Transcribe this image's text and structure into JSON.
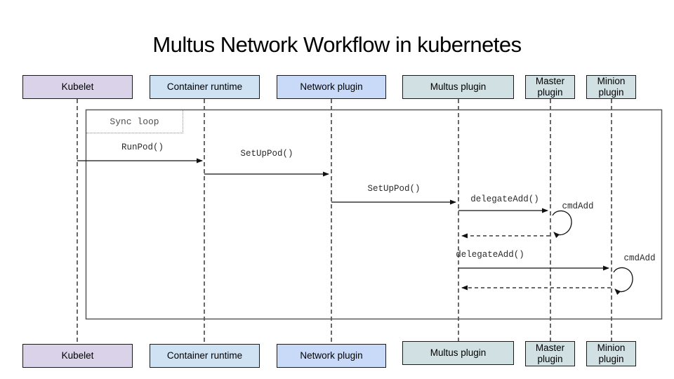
{
  "title": "Multus Network Workflow in kubernetes",
  "actors": [
    {
      "id": "kubelet",
      "label": "Kubelet",
      "fill": "#d9d2e9"
    },
    {
      "id": "container-runtime",
      "label": "Container runtime",
      "fill": "#cfe2f3"
    },
    {
      "id": "network-plugin",
      "label": "Network plugin",
      "fill": "#c9daf8"
    },
    {
      "id": "multus-plugin",
      "label": "Multus plugin",
      "fill": "#d0e0e3"
    },
    {
      "id": "master-plugin",
      "label": "Master plugin",
      "fill": "#d0e0e3"
    },
    {
      "id": "minion-plugin",
      "label": "Minion plugin",
      "fill": "#d0e0e3"
    }
  ],
  "fragment": {
    "label": "Sync loop"
  },
  "messages": [
    {
      "label": "RunPod()",
      "from": "Kubelet",
      "to": "Container runtime",
      "style": "solid"
    },
    {
      "label": "SetUpPod()",
      "from": "Container runtime",
      "to": "Network plugin",
      "style": "solid"
    },
    {
      "label": "SetUpPod()",
      "from": "Network plugin",
      "to": "Multus plugin",
      "style": "solid"
    },
    {
      "label": "delegateAdd()",
      "from": "Multus plugin",
      "to": "Master plugin",
      "style": "solid"
    },
    {
      "label": "cmdAdd",
      "from": "Master plugin",
      "to": "Master plugin",
      "style": "self-loop"
    },
    {
      "label": "",
      "from": "Master plugin",
      "to": "Multus plugin",
      "style": "dashed-return"
    },
    {
      "label": "delegateAdd()",
      "from": "Multus plugin",
      "to": "Minion plugin",
      "style": "solid"
    },
    {
      "label": "cmdAdd",
      "from": "Minion plugin",
      "to": "Minion plugin",
      "style": "self-loop"
    },
    {
      "label": "",
      "from": "Minion plugin",
      "to": "Multus plugin",
      "style": "dashed-return"
    }
  ],
  "colors": {
    "frame_stroke": "#595959",
    "lifeline": "#1a1a1a",
    "arrow": "#111111",
    "box_border": "#1a1a1a"
  }
}
